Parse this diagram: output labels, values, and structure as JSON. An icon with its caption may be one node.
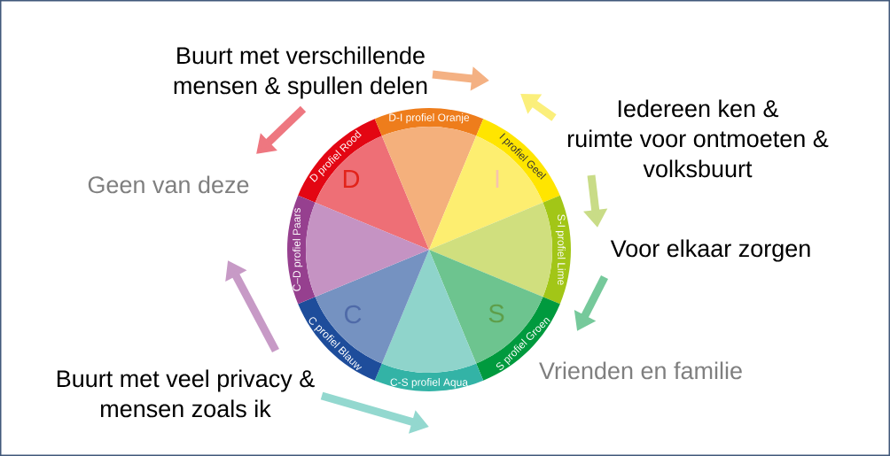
{
  "diagram": {
    "nodes": [
      {
        "text": [
          "D profiel Rood",
          "D"
        ]
      },
      {
        "text": [
          "D-I profiel Oranje"
        ]
      },
      {
        "text": [
          "I profiel Geel",
          "I"
        ]
      },
      {
        "text": [
          "S-I profiel Lime"
        ]
      },
      {
        "text": [
          "S profiel Groen",
          "S"
        ]
      },
      {
        "text": [
          "C-S profiel Aqua"
        ]
      },
      {
        "text": [
          "C profiel Blauw",
          "C"
        ]
      },
      {
        "text": [
          "C–D profiel Paars"
        ]
      }
    ],
    "labels": [
      "Buurt met verschillende mensen & spullen delen",
      "Iedereen ken & ruimte voor ontmoeten & volksbuurt",
      "Geen van deze",
      "Voor elkaar zorgen",
      "Vrienden en familie",
      "Buurt met veel privacy & mensen zoals ik"
    ]
  }
}
